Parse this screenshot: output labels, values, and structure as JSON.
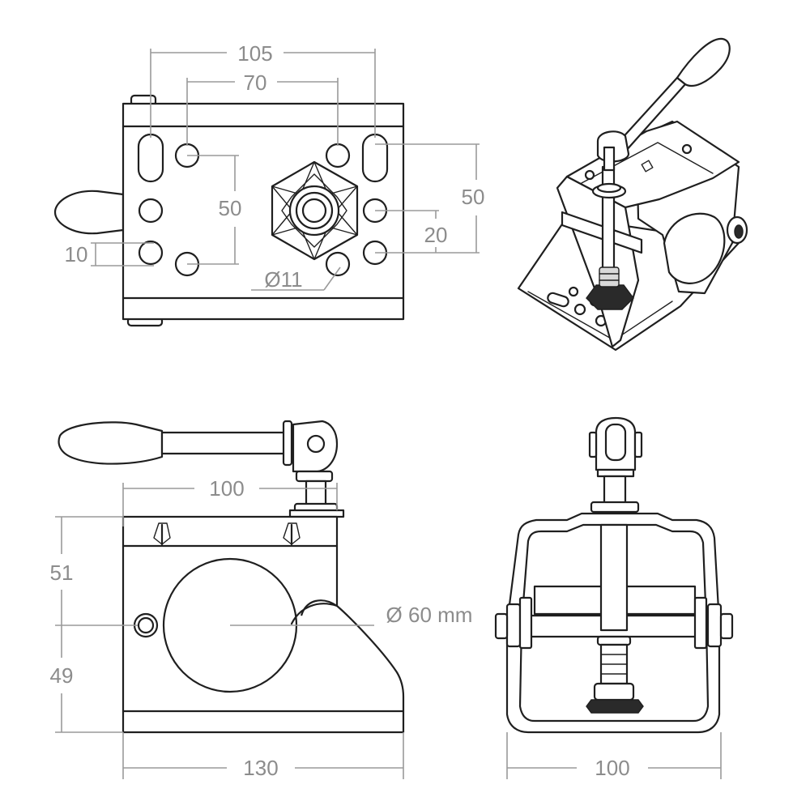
{
  "dimensions": {
    "top_width_105": "105",
    "top_width_70": "70",
    "top_height_50_left": "50",
    "top_height_50_right": "50",
    "top_offset_20": "20",
    "top_offset_10": "10",
    "hole_diameter": "Ø11",
    "side_width_100": "100",
    "side_height_51": "51",
    "side_height_49": "49",
    "tube_diameter": "Ø 60 mm",
    "side_width_130": "130",
    "front_width_100": "100"
  }
}
